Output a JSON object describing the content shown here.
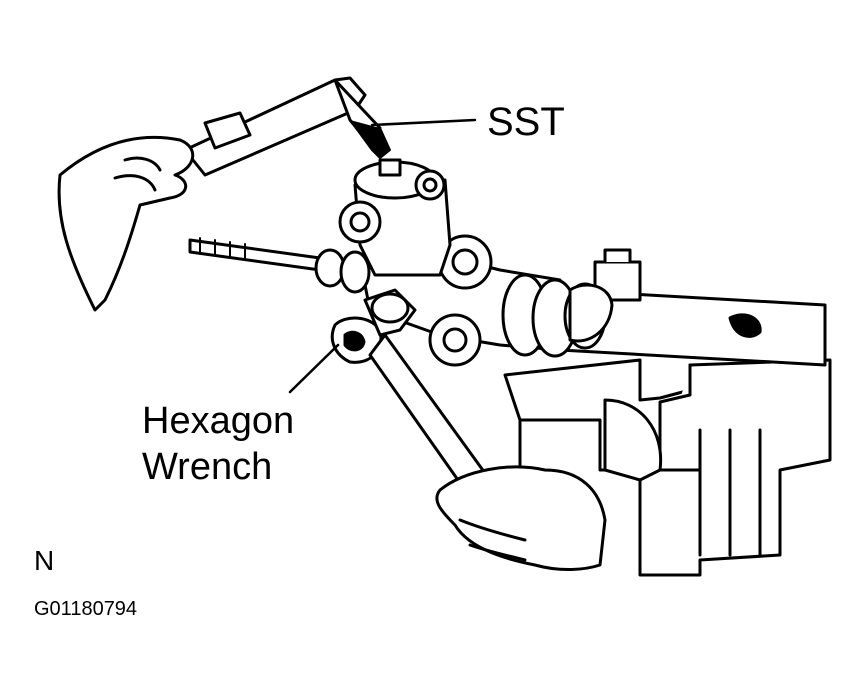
{
  "labels": {
    "sst": "SST",
    "hexagon_wrench_line1": "Hexagon",
    "hexagon_wrench_line2": "Wrench",
    "orientation": "N",
    "figure_code": "G01180794"
  },
  "colors": {
    "ink": "#000000",
    "paper": "#ffffff"
  }
}
